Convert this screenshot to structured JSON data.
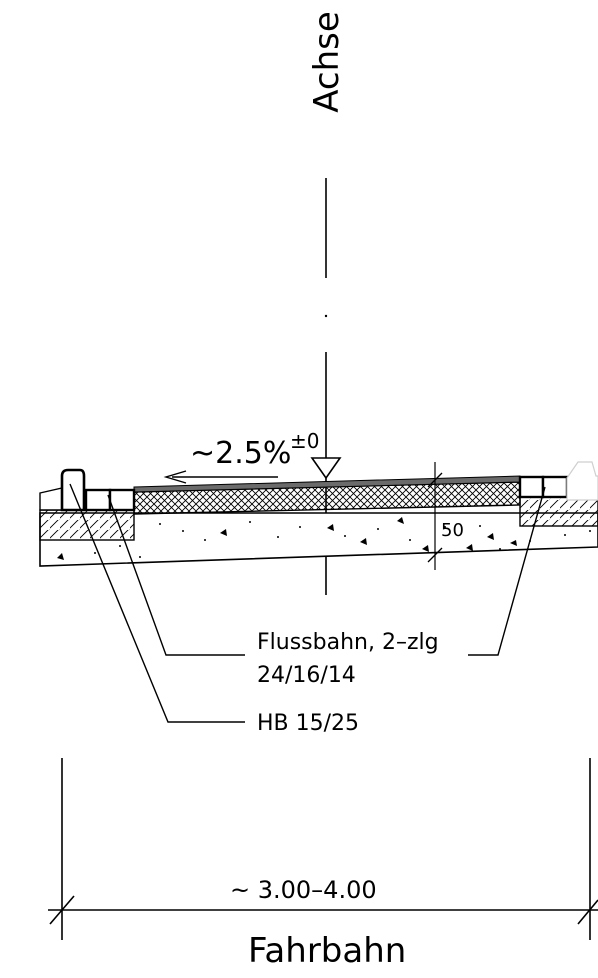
{
  "labels": {
    "axis": "Achse",
    "slope": "~2.5%",
    "level": "±0",
    "layer_thickness": "50",
    "gutter_line1": "Flussbahn, 2–zlg",
    "gutter_line2": "24/16/14",
    "curb": "HB 15/25",
    "width": "~ 3.00–4.00",
    "roadway": "Fahrbahn"
  }
}
